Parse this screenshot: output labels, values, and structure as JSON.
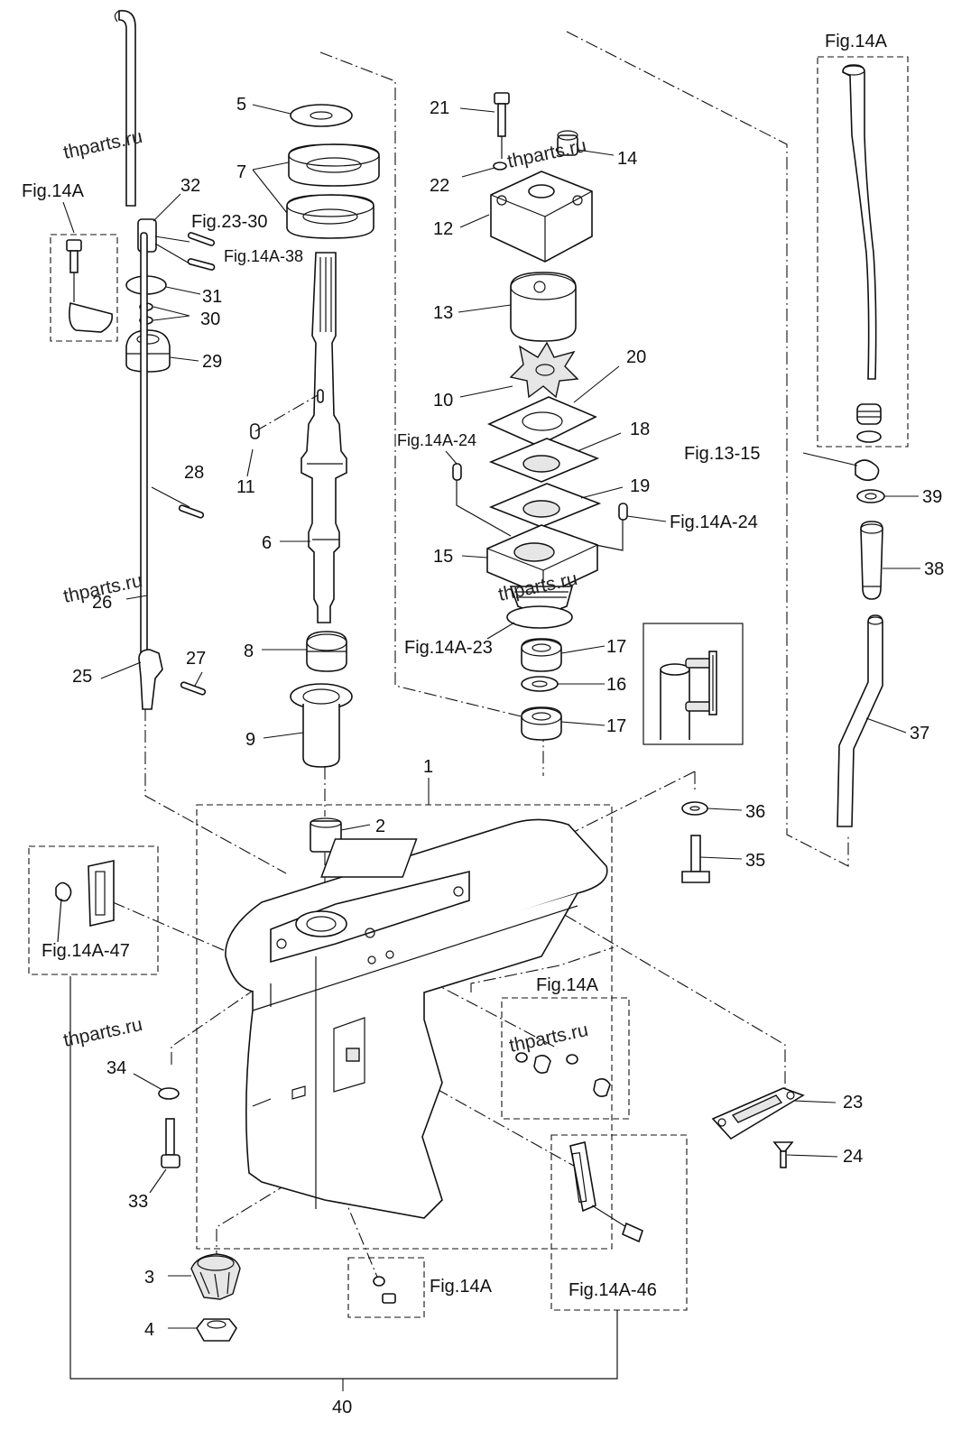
{
  "watermark": "thparts.ru",
  "callouts": {
    "c1": "1",
    "c2": "2",
    "c3": "3",
    "c4": "4",
    "c5": "5",
    "c6": "6",
    "c7": "7",
    "c8": "8",
    "c9": "9",
    "c10": "10",
    "c11": "11",
    "c12": "12",
    "c13": "13",
    "c14": "14",
    "c15": "15",
    "c16": "16",
    "c17": "17",
    "c18": "18",
    "c19": "19",
    "c20": "20",
    "c21": "21",
    "c22": "22",
    "c23": "23",
    "c24": "24",
    "c25": "25",
    "c26": "26",
    "c27": "27",
    "c28": "28",
    "c29": "29",
    "c30": "30",
    "c31": "31",
    "c32": "32",
    "c33": "33",
    "c34": "34",
    "c35": "35",
    "c36": "36",
    "c37": "37",
    "c38": "38",
    "c39": "39",
    "c40": "40"
  },
  "figure_refs": {
    "fig14a": "Fig.14A",
    "fig14a_24": "Fig.14A-24",
    "fig14a_23": "Fig.14A-23",
    "fig14a_38": "Fig.14A-38",
    "fig14a_46": "Fig.14A-46",
    "fig14a_47": "Fig.14A-47",
    "fig23_30": "Fig.23-30",
    "fig13_15": "Fig.13-15"
  }
}
